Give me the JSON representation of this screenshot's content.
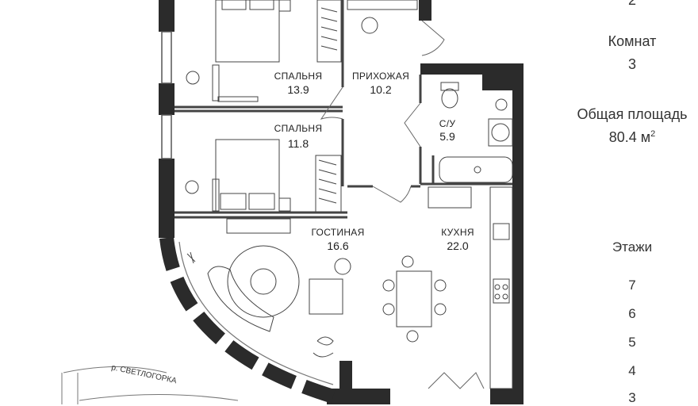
{
  "summary": {
    "top_partial": "2",
    "rooms_label": "Комнат",
    "rooms_value": "3",
    "area_label": "Общая площадь",
    "area_value": "80.4 м",
    "area_unit_sup": "2"
  },
  "rooms": [
    {
      "name": "СПАЛЬНЯ",
      "area": "13.9"
    },
    {
      "name": "ПРИХОЖАЯ",
      "area": "10.2"
    },
    {
      "name": "С/У",
      "area": "5.9"
    },
    {
      "name": "СПАЛЬНЯ",
      "area": "11.8"
    },
    {
      "name": "ГОСТИНАЯ",
      "area": "16.6"
    },
    {
      "name": "КУХНЯ",
      "area": "22.0"
    }
  ],
  "river_label": "р. СВЕТЛОГОРКА",
  "floors": {
    "label": "Этажи",
    "items": [
      "7",
      "6",
      "5",
      "4",
      "3"
    ]
  }
}
